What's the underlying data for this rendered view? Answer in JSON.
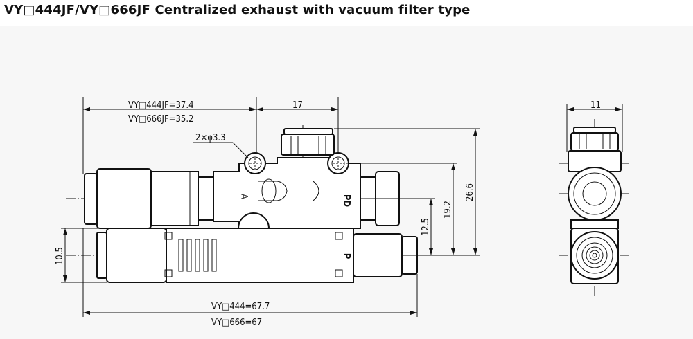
{
  "title": "VY□444JF/VY□666JF Centralized exhaust with vacuum filter type",
  "dimensions": {
    "len_444jf": "VY□444JF=37.4",
    "len_666jf": "VY□666JF=35.2",
    "d17": "17",
    "holes": "2×φ3.3",
    "d26_6": "26.6",
    "d19_2": "19.2",
    "d12_5": "12.5",
    "d10_5": "10.5",
    "total_444": "VY□444=67.7",
    "total_666": "VY□666=67",
    "side_width": "11"
  },
  "markings": {
    "pd": "PD",
    "p": "P",
    "arrow": "A"
  }
}
